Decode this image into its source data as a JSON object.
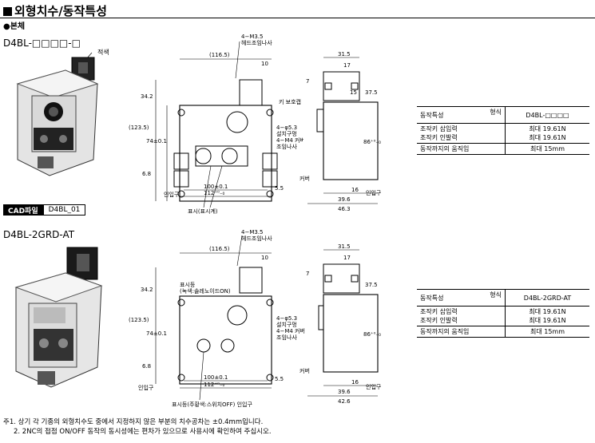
{
  "header": {
    "title": "외형치수/동작특성",
    "subtitle": "●본체"
  },
  "section1": {
    "model": "D4BL-□□□□-□",
    "photo_label": "적색",
    "cad": {
      "label": "CAD파일",
      "value": "D4BL_01"
    },
    "front": {
      "screw_callout": "4−M3.5\n헤드조임나사",
      "w_top": "(116.5)",
      "d10": "10",
      "h_left": "34.2",
      "h_mid": "(123.5)",
      "h_bot": "74±0.1",
      "d_small": "6.8",
      "hole_callout": "4−φ5.3\n설치구멍\n4−M4 커버\n조임나사",
      "w100": "100±0.1",
      "w112": "112⁺⁰₋₀",
      "d55": "5.5",
      "inlet": "인입구",
      "display": "표시(표시계)"
    },
    "side": {
      "w315": "31.5",
      "w17": "17",
      "d15": "15",
      "d7": "7",
      "h375": "37.5",
      "h86": "86⁺⁰₋₀",
      "key_guide": "키 보호캡",
      "cover": "커버",
      "d16": "16",
      "d396": "39.6",
      "d463": "46.3",
      "inlet": "인입구"
    },
    "table": {
      "head_left": "동작특성",
      "head_type": "형식",
      "head_model": "D4BL-□□□□",
      "rows": [
        {
          "label": "조작키 삽입력\n조작키 인발력",
          "value": "최대 19.61N\n최대 19.61N"
        },
        {
          "label": "동작까지의 움직임",
          "value": "최대 15mm"
        }
      ]
    }
  },
  "section2": {
    "model": "D4BL-2GRD-AT",
    "front": {
      "screw_callout": "4−M3.5\n헤드조임나사",
      "w_top": "(116.5)",
      "d10": "10",
      "display_label": "표시등\n(녹색:솔레노이드ON)",
      "h_left": "34.2",
      "h_mid": "(123.5)",
      "h_bot": "74±0.1",
      "d_small": "6.8",
      "hole_callout": "4−φ5.3\n설치구멍\n4−M4 커버\n조임나사",
      "w100": "100±0.1",
      "w112": "112⁺⁰₋₀",
      "d55": "5.5",
      "inlet": "인입구",
      "display": "표시등(주황색:스위치OFF) 인입구"
    },
    "side": {
      "w315": "31.5",
      "w17": "17",
      "d7": "7",
      "h375": "37.5",
      "h86": "86⁺⁰₋₀",
      "cover": "커버",
      "d16": "16",
      "d396": "39.6",
      "d426": "42.6",
      "inlet": "인입구"
    },
    "table": {
      "head_left": "동작특성",
      "head_type": "형식",
      "head_model": "D4BL-2GRD-AT",
      "rows": [
        {
          "label": "조작키 삽입력\n조작키 인발력",
          "value": "최대 19.61N\n최대 19.61N"
        },
        {
          "label": "동작까지의 움직임",
          "value": "최대 15mm"
        }
      ]
    }
  },
  "notes": [
    "주1. 상기 각 기종의 외형치수도 중에서 지정하지 않은 부분의 치수공차는 ±0.4mm입니다.",
    "2. 2NC의 접점 ON/OFF 동작의 동시성에는 편차가 있으므로 사용시에 확인하여 주십시오."
  ]
}
